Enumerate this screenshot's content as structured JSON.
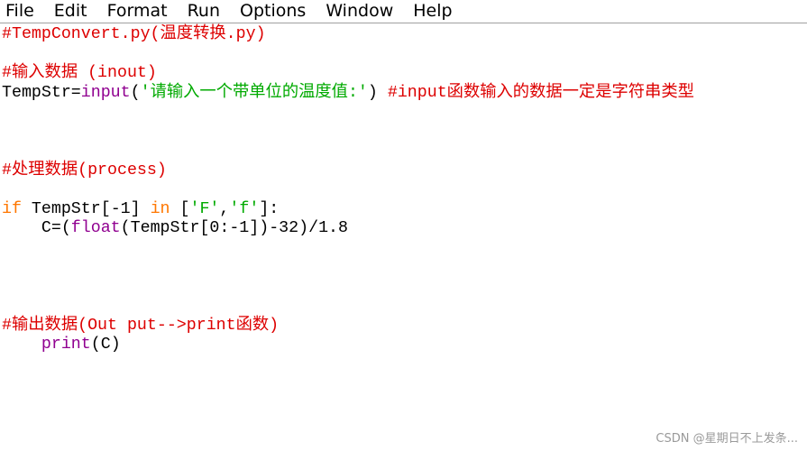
{
  "menu": [
    "File",
    "Edit",
    "Format",
    "Run",
    "Options",
    "Window",
    "Help"
  ],
  "colors": {
    "comment": "#dd0000",
    "builtin": "#900090",
    "string": "#00aa00",
    "keyword": "#ff7700",
    "default": "#000000"
  },
  "code_lines": [
    [
      {
        "t": "#TempConvert.py(温度转换.py)",
        "c": "comment"
      }
    ],
    [],
    [
      {
        "t": "#输入数据 (inout)",
        "c": "comment"
      }
    ],
    [
      {
        "t": "TempStr=",
        "c": "default"
      },
      {
        "t": "input",
        "c": "builtin"
      },
      {
        "t": "(",
        "c": "default"
      },
      {
        "t": "'请输入一个带单位的温度值:'",
        "c": "string"
      },
      {
        "t": ") ",
        "c": "default"
      },
      {
        "t": "#input函数输入的数据一定是字符串类型",
        "c": "comment"
      }
    ],
    [],
    [],
    [],
    [
      {
        "t": "#处理数据(process)",
        "c": "comment"
      }
    ],
    [],
    [
      {
        "t": "if",
        "c": "keyword"
      },
      {
        "t": " TempStr[-1] ",
        "c": "default"
      },
      {
        "t": "in",
        "c": "keyword"
      },
      {
        "t": " [",
        "c": "default"
      },
      {
        "t": "'F'",
        "c": "string"
      },
      {
        "t": ",",
        "c": "default"
      },
      {
        "t": "'f'",
        "c": "string"
      },
      {
        "t": "]:",
        "c": "default"
      }
    ],
    [
      {
        "t": "    C=(",
        "c": "default"
      },
      {
        "t": "float",
        "c": "builtin"
      },
      {
        "t": "(TempStr[0:-1])-32)/1.8",
        "c": "default"
      }
    ],
    [],
    [],
    [],
    [],
    [
      {
        "t": "#输出数据(Out put-->print函数)",
        "c": "comment"
      }
    ],
    [
      {
        "t": "    ",
        "c": "default"
      },
      {
        "t": "print",
        "c": "builtin"
      },
      {
        "t": "(C)",
        "c": "default"
      }
    ]
  ],
  "watermark": "CSDN @星期日不上发条..."
}
